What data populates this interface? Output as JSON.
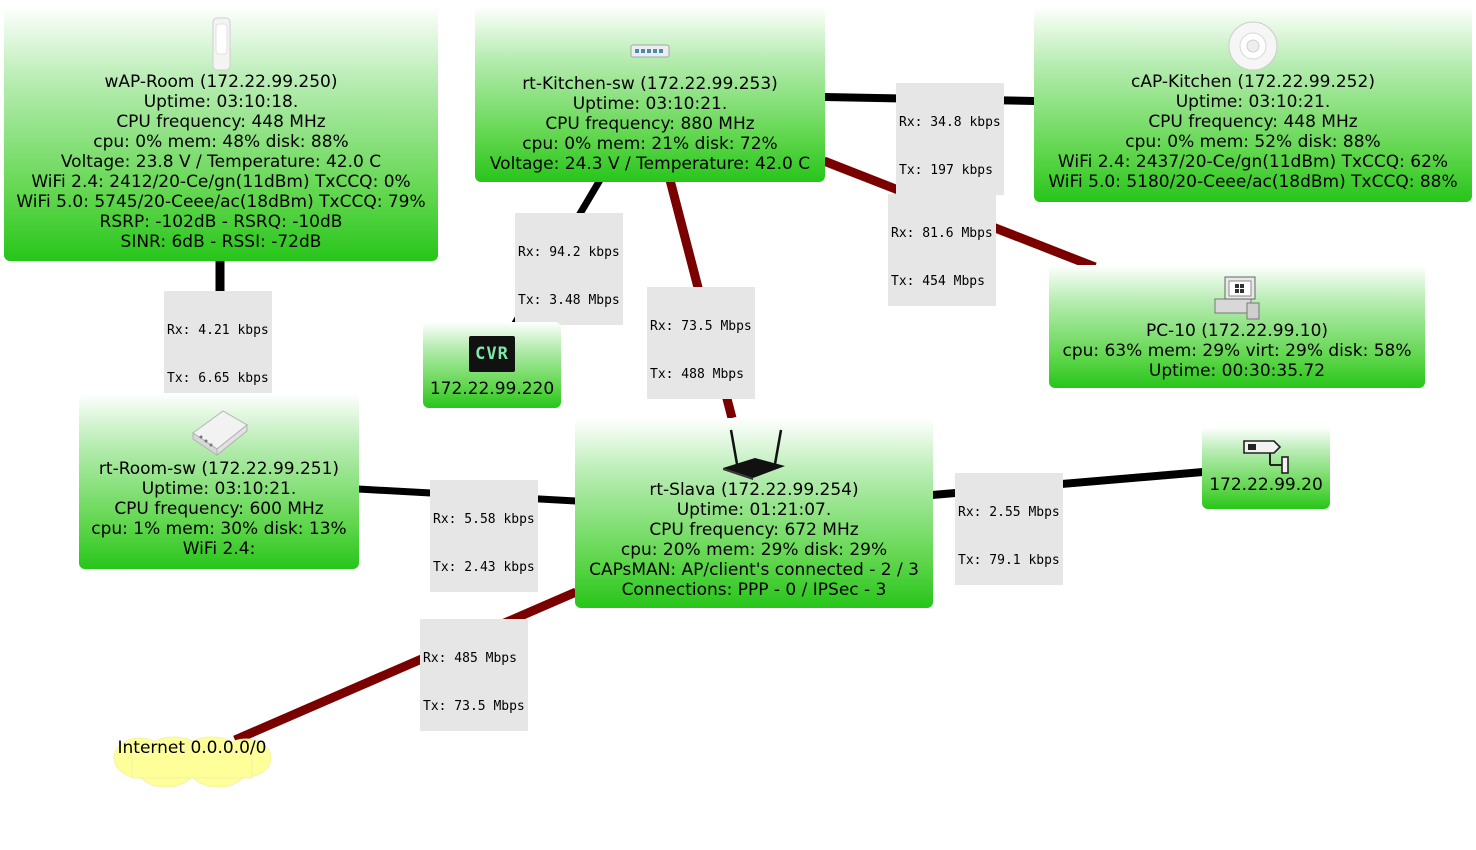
{
  "nodes": {
    "wap_room": {
      "icon": "wap-device-icon",
      "lines": [
        "wAP-Room (172.22.99.250)",
        "Uptime: 03:10:18.",
        "CPU frequency: 448 MHz",
        "cpu: 0% mem: 48% disk: 88%",
        "Voltage: 23.8 V / Temperature: 42.0 C",
        "WiFi 2.4: 2412/20-Ce/gn(11dBm) TxCCQ: 0%",
        "WiFi 5.0: 5745/20-Ceee/ac(18dBm) TxCCQ: 79%",
        "RSRP: -102dB - RSRQ: -10dB",
        "SINR: 6dB - RSSI: -72dB"
      ]
    },
    "rt_kitchen_sw": {
      "icon": "switch-device-icon",
      "lines": [
        "rt-Kitchen-sw (172.22.99.253)",
        "Uptime: 03:10:21.",
        "CPU frequency: 880 MHz",
        "cpu: 0% mem: 21% disk: 72%",
        "Voltage: 24.3 V / Temperature: 42.0 C"
      ]
    },
    "cap_kitchen": {
      "icon": "cap-device-icon",
      "lines": [
        "cAP-Kitchen (172.22.99.252)",
        "Uptime: 03:10:21.",
        "CPU frequency: 448 MHz",
        "cpu: 0% mem: 52% disk: 88%",
        "WiFi 2.4: 2437/20-Ce/gn(11dBm) TxCCQ: 62%",
        "WiFi 5.0: 5180/20-Ceee/ac(18dBm) TxCCQ: 88%"
      ]
    },
    "pc10": {
      "icon": "pc-icon",
      "lines": [
        "PC-10 (172.22.99.10)",
        "cpu: 63% mem: 29% virt: 29% disk: 58%",
        "Uptime: 00:30:35.72"
      ]
    },
    "cvr": {
      "icon": "cvr-icon",
      "icon_text": "CVR",
      "lines": [
        "172.22.99.220"
      ]
    },
    "rt_room_sw": {
      "icon": "router-board-icon",
      "lines": [
        "rt-Room-sw (172.22.99.251)",
        "Uptime: 03:10:21.",
        "CPU frequency: 600 MHz",
        "cpu: 1% mem: 30% disk: 13%",
        "WiFi 2.4:"
      ]
    },
    "rt_slava": {
      "icon": "router-antenna-icon",
      "lines": [
        "rt-Slava (172.22.99.254)",
        "Uptime: 01:21:07.",
        "CPU frequency: 672 MHz",
        "cpu: 20% mem: 29% disk: 29%",
        "CAPsMAN: AP/client's connected - 2 / 3",
        "Connections: PPP - 0 / IPSec - 3"
      ]
    },
    "camera": {
      "icon": "camera-icon",
      "lines": [
        "172.22.99.20"
      ]
    },
    "internet": {
      "icon": "cloud-icon",
      "lines": [
        "Internet",
        "0.0.0.0/0"
      ]
    }
  },
  "links": [
    {
      "id": "wap-roomsw",
      "rx": "Rx: 4.21 kbps",
      "tx": "Tx: 6.65 kbps",
      "color": "#000000"
    },
    {
      "id": "kitchen-cvr",
      "rx": "Rx: 94.2 kbps",
      "tx": "Tx: 3.48 Mbps",
      "color": "#000000"
    },
    {
      "id": "kitchen-slava",
      "rx": "Rx: 73.5 Mbps",
      "tx": "Tx: 488 Mbps",
      "color": "#7a0000"
    },
    {
      "id": "kitchen-cap",
      "rx": "Rx: 34.8 kbps",
      "tx": "Tx: 197 kbps",
      "color": "#000000"
    },
    {
      "id": "kitchen-pc",
      "rx": "Rx: 81.6 Mbps",
      "tx": "Tx: 454 Mbps",
      "color": "#7a0000"
    },
    {
      "id": "roomsw-slava",
      "rx": "Rx: 5.58 kbps",
      "tx": "Tx: 2.43 kbps",
      "color": "#000000"
    },
    {
      "id": "slava-camera",
      "rx": "Rx: 2.55 Mbps",
      "tx": "Tx: 79.1 kbps",
      "color": "#000000"
    },
    {
      "id": "slava-internet",
      "rx": "Rx: 485 Mbps",
      "tx": "Tx: 73.5 Mbps",
      "color": "#7a0000"
    }
  ],
  "colors": {
    "node_green": "#27c51a",
    "heavy_link": "#7a0000",
    "light_link": "#000000",
    "label_bg": "#e6e6e6",
    "cloud_fill": "#ffff99"
  }
}
